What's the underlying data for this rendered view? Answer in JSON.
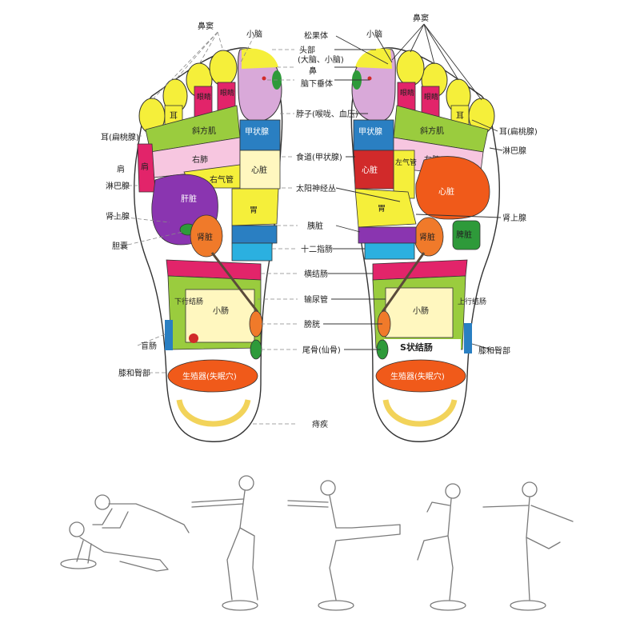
{
  "labels": {
    "center": {
      "pineal": "松果体",
      "head": "头部",
      "head_sub": "(大脑、小脑)",
      "nose": "鼻",
      "pituitary": "脑下垂体",
      "neck": "脖子(喉咙、血压)",
      "esophagus": "食道(甲状腺)",
      "solar_plexus": "太阳神经丛",
      "pancreas": "胰脏",
      "duodenum": "十二指肠",
      "transverse_colon": "横结肠",
      "ureter": "输尿管",
      "bladder": "膀胱",
      "coccyx": "尾骨(仙骨)",
      "hemorrhoids": "痔疾"
    },
    "left_side": {
      "sinus": "鼻窦",
      "cerebellum": "小脑",
      "ear_tonsil": "耳(扁桃腺)",
      "shoulder": "肩",
      "lymph": "淋巴腺",
      "adrenal": "肾上腺",
      "gallbladder": "胆囊",
      "appendix": "盲肠",
      "knee_hip": "膝和臀部"
    },
    "right_side": {
      "sinus": "鼻窦",
      "cerebellum": "小脑",
      "ear_tonsil": "耳(扁桃腺)",
      "lymph": "淋巴腺",
      "adrenal": "肾上腺",
      "knee_hip": "膝和臀部"
    }
  },
  "zones": {
    "left_foot": {
      "ear": "耳",
      "eye1": "眼睛",
      "eye2": "眼睛",
      "trapezius": "斜方肌",
      "right_lung": "右肺",
      "right_bronchus": "右气管",
      "shoulder": "肩",
      "liver": "肝脏",
      "kidney": "肾脏",
      "thyroid": "甲状腺",
      "heart": "心脏",
      "stomach": "胃",
      "descending_colon": "下行结肠",
      "small_intestine": "小肠",
      "reproductive": "生殖器(失眠穴)"
    },
    "right_foot": {
      "eye1": "眼睛",
      "eye2": "眼睛",
      "ear": "耳",
      "trapezius": "斜方肌",
      "thyroid": "甲状腺",
      "left_lung": "左肺",
      "left_bronchus": "左气管",
      "heart": "心脏",
      "heart_small": "心脏",
      "stomach": "胃",
      "spleen": "脾脏",
      "kidney": "肾脏",
      "ascending_colon": "上行结肠",
      "small_intestine": "小肠",
      "sigmoid_colon": "S状结肠",
      "reproductive": "生殖器(失眠穴)"
    }
  },
  "exercises": [
    {
      "name": "pose-kneeling-pushup"
    },
    {
      "name": "pose-squat"
    },
    {
      "name": "pose-leg-extension"
    },
    {
      "name": "pose-knee-raise"
    },
    {
      "name": "pose-balance"
    }
  ]
}
